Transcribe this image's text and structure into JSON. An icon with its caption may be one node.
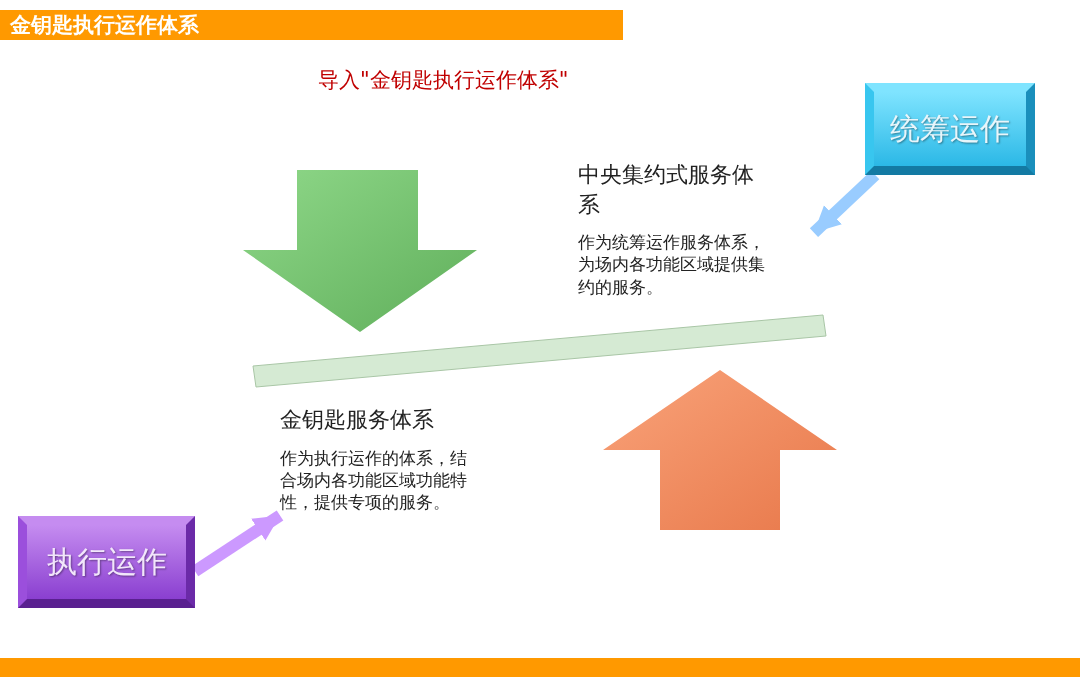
{
  "diagram": {
    "title": "金钥匙执行运作体系",
    "nodes": [
      {
        "text": [
          "统筹运作"
        ]
      },
      {
        "text": [
          "中央集约式服务体系",
          "作为统筹运作服务体系，为场内各功能区域提供集约的服务。"
        ]
      },
      {
        "text": [
          "执行运作"
        ]
      },
      {
        "text": [
          "金钥匙服务体系",
          "作为执行运作的体系，结合场内各功能区域功能特性，提供专项的服务。"
        ]
      }
    ],
    "edges": [
      {
        "from": 0,
        "to": 1,
        "arrow": "to",
        "color": "#99ccff"
      },
      {
        "from": 2,
        "to": 3,
        "arrow": "to",
        "color": "#cc99ff"
      }
    ],
    "labels": [
      "导入\"金钥匙执行运作体系\""
    ]
  }
}
